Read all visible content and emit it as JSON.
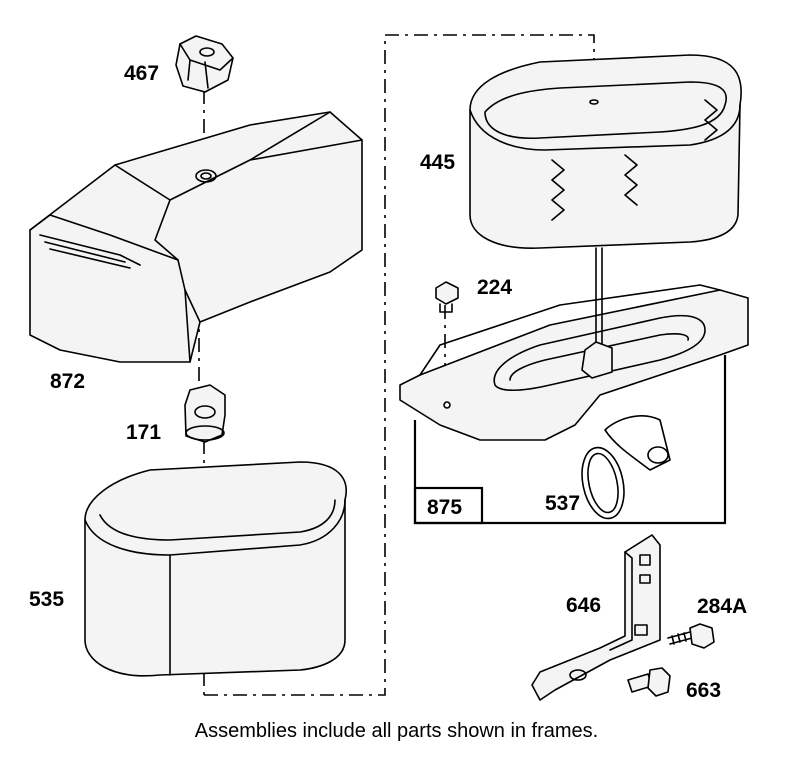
{
  "labels": {
    "p467": "467",
    "p445": "445",
    "p224": "224",
    "p872": "872",
    "p171": "171",
    "p535": "535",
    "p875": "875",
    "p537": "537",
    "p646": "646",
    "p284a": "284A",
    "p663": "663"
  },
  "caption": "Assemblies include all parts shown in frames."
}
